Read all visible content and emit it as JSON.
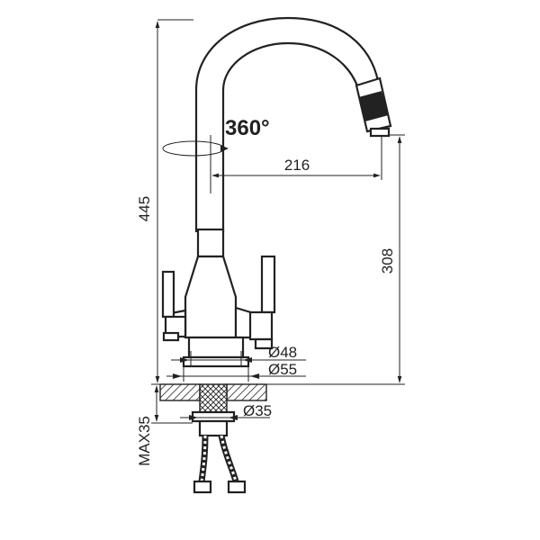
{
  "annotations": {
    "rotation": "360°",
    "reach": "216",
    "total_height": "445",
    "spout_height": "308",
    "body_diameter": "Ø48",
    "base_diameter": "Ø55",
    "mount_diameter": "Ø35",
    "max_thickness": "MAX35"
  },
  "colors": {
    "line": "#222222",
    "background": "#ffffff",
    "hatch": "#222222"
  }
}
